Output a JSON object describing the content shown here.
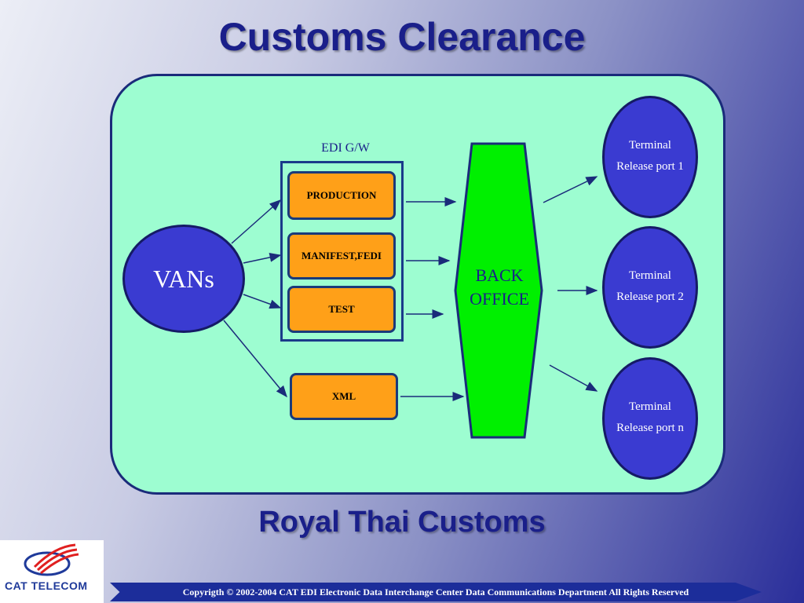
{
  "title": "Customs Clearance",
  "subtitle": "Royal Thai Customs",
  "diagram": {
    "source": "VANs",
    "gateway_label": "EDI G/W",
    "gateway_modules": [
      "PRODUCTION",
      "MANIFEST,FEDI",
      "TEST"
    ],
    "extra_module": "XML",
    "back_office": [
      "BACK",
      "OFFICE"
    ],
    "terminals": [
      {
        "line1": "Terminal",
        "line2": "Release port 1"
      },
      {
        "line1": "Terminal",
        "line2": "Release port 2"
      },
      {
        "line1": "Terminal",
        "line2": "Release port n"
      }
    ]
  },
  "logo": {
    "text": "CAT TELECOM"
  },
  "footer": "Copyrigth © 2002-2004  CAT EDI   Electronic Data Interchange Center    Data Communications Department All Rights Reserved",
  "colors": {
    "panel": "#9dfdd1",
    "ellipse": "#3a3bd1",
    "module": "#ffa018",
    "back_office": "#00f000",
    "title": "#1a1f8a"
  }
}
